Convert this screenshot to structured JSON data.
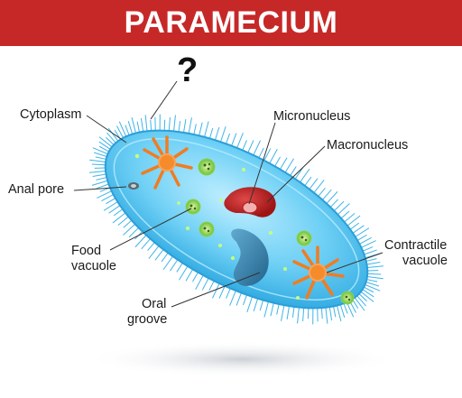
{
  "title": "PARAMECIUM",
  "question_mark": "?",
  "labels": {
    "cytoplasm": "Cytoplasm",
    "anal_pore": "Anal pore",
    "food_vacuole_line1": "Food",
    "food_vacuole_line2": "vacuole",
    "oral_groove_line1": "Oral",
    "oral_groove_line2": "groove",
    "micronucleus": "Micronucleus",
    "macronucleus": "Macronucleus",
    "contractile_vacuole_line1": "Contractile",
    "contractile_vacuole_line2": "vacuole"
  },
  "colors": {
    "banner": "#c62828",
    "cell_body": "#4fc3f7",
    "macronucleus": "#c62828",
    "contractile_vacuole": "#ef7d22",
    "food_vacuole": "#7cc242",
    "oral_groove": "#2e6f96"
  }
}
